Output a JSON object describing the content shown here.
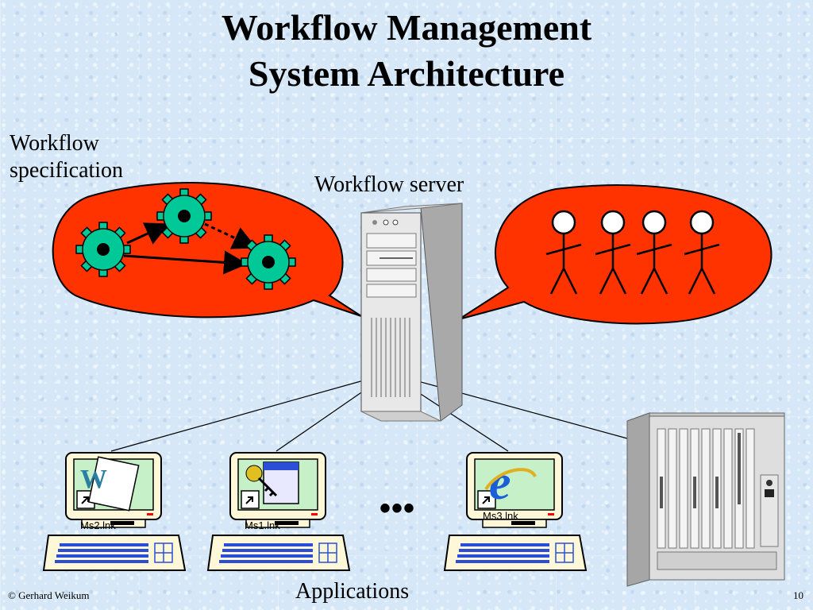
{
  "title": {
    "line1": "Workflow Management",
    "line2": "System Architecture"
  },
  "labels": {
    "specification": "Workflow specification",
    "server": "Workflow server",
    "applications": "Applications"
  },
  "workstations": [
    {
      "label": "Ms2.lnk",
      "app_icon": "word-document-icon"
    },
    {
      "label": "Ms1.lnk",
      "app_icon": "key-card-icon"
    },
    {
      "label": "Ms3.lnk",
      "app_icon": "internet-explorer-icon"
    }
  ],
  "ellipsis": "•••",
  "footer": {
    "copyright": "© Gerhard Weikum",
    "page": "10"
  },
  "colors": {
    "bubble": "#ff3300",
    "gear": "#00c896",
    "background": "#d6e8f7"
  }
}
